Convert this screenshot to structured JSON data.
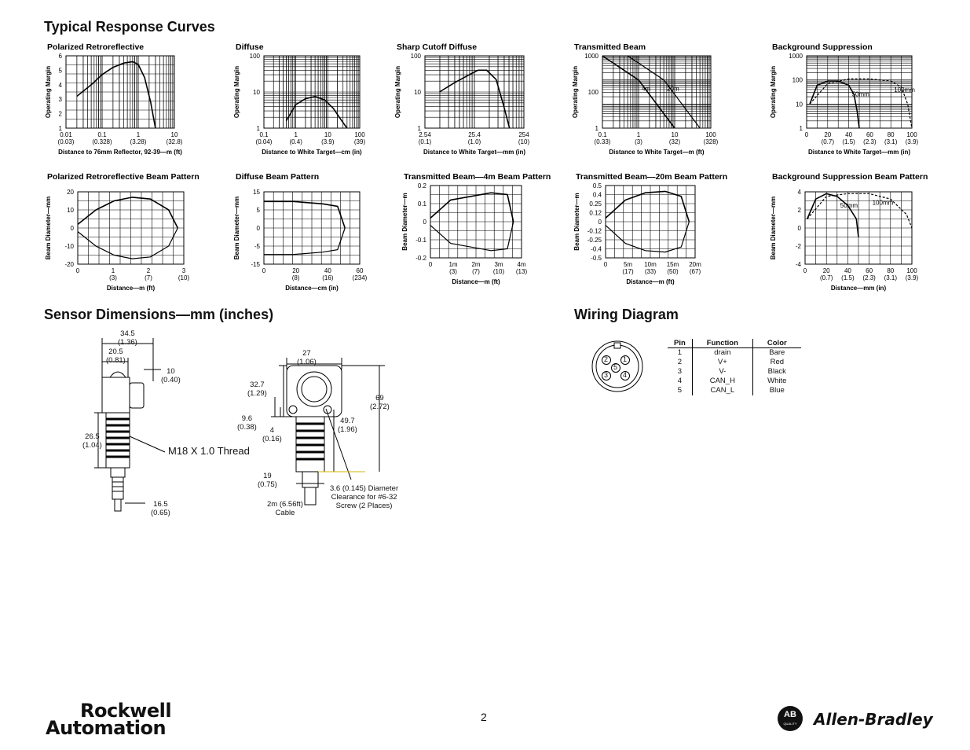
{
  "sections": {
    "response_curves_title": "Typical Response Curves",
    "dimensions_title": "Sensor Dimensions—mm (inches)",
    "wiring_title": "Wiring Diagram"
  },
  "chart_data": [
    {
      "type": "line",
      "title": "Polarized Retroreflective",
      "ylabel": "Operating Margin",
      "xlabel": "Distance to 76mm Reflector, 92-39—m (ft)",
      "xscale": "log",
      "xlim": [
        0.01,
        10
      ],
      "ylim": [
        1,
        6
      ],
      "yticks": [
        "6",
        "5",
        "4",
        "3",
        "2",
        "1"
      ],
      "xticks": [
        {
          "v": "0.01",
          "s": "(0.03)"
        },
        {
          "v": "0.1",
          "s": "(0.328)"
        },
        {
          "v": "1",
          "s": "(3.28)"
        },
        {
          "v": "10",
          "s": "(32.8)"
        }
      ],
      "series": [
        {
          "x": [
            0.02,
            0.05,
            0.1,
            0.2,
            0.4,
            0.7,
            1.0,
            1.5,
            2.2,
            3.0
          ],
          "y": [
            3.2,
            4.0,
            4.7,
            5.2,
            5.5,
            5.6,
            5.4,
            4.5,
            2.8,
            1.0
          ]
        }
      ]
    },
    {
      "type": "line",
      "title": "Diffuse",
      "ylabel": "Operating Margin",
      "xlabel": "Distance to White Target—cm (in)",
      "xscale": "log",
      "yscale": "log",
      "xlim": [
        0.1,
        100
      ],
      "ylim": [
        1,
        100
      ],
      "yticks": [
        "100",
        "10",
        "1"
      ],
      "xticks": [
        {
          "v": "0.1",
          "s": "(0.04)"
        },
        {
          "v": "1",
          "s": "(0.4)"
        },
        {
          "v": "10",
          "s": "(3.9)"
        },
        {
          "v": "100",
          "s": "(39)"
        }
      ],
      "series": [
        {
          "x": [
            0.5,
            1,
            2,
            4,
            8,
            15,
            25,
            40
          ],
          "y": [
            1.6,
            4.5,
            6.5,
            7.5,
            6,
            3.5,
            1.8,
            1.0
          ]
        }
      ]
    },
    {
      "type": "line",
      "title": "Sharp Cutoff Diffuse",
      "ylabel": "Operating Margin",
      "xlabel": "Distance to White Target—mm (in)",
      "xscale": "log",
      "yscale": "log",
      "xlim": [
        2.54,
        254
      ],
      "ylim": [
        1,
        100
      ],
      "yticks": [
        "100",
        "10",
        "1"
      ],
      "xticks": [
        {
          "v": "2.54",
          "s": "(0.1)"
        },
        {
          "v": "25.4",
          "s": "(1.0)"
        },
        {
          "v": "254",
          "s": "(10)"
        }
      ],
      "series": [
        {
          "x": [
            5,
            10,
            20,
            30,
            45,
            70,
            100,
            130
          ],
          "y": [
            10,
            18,
            30,
            40,
            40,
            22,
            4,
            1.0
          ]
        }
      ]
    },
    {
      "type": "line",
      "title": "Transmitted Beam",
      "ylabel": "Operating Margin",
      "xlabel": "Distance to White Target—m (ft)",
      "xscale": "log",
      "yscale": "log",
      "xlim": [
        0.1,
        100
      ],
      "ylim": [
        1,
        1000
      ],
      "yticks": [
        "1000",
        "100",
        "1"
      ],
      "xticks": [
        {
          "v": "0.1",
          "s": "(0.33)"
        },
        {
          "v": "1",
          "s": "(3)"
        },
        {
          "v": "10",
          "s": "(32)"
        },
        {
          "v": "100",
          "s": "(328)"
        }
      ],
      "series": [
        {
          "name": "4m",
          "x": [
            0.1,
            1,
            10
          ],
          "y": [
            1000,
            100,
            1
          ]
        },
        {
          "name": "20m",
          "x": [
            0.5,
            5,
            50
          ],
          "y": [
            1000,
            100,
            1
          ]
        }
      ]
    },
    {
      "type": "line",
      "title": "Background Suppression",
      "ylabel": "Operating Margin",
      "xlabel": "Distance to White Target—mm (in)",
      "yscale": "log",
      "xlim": [
        0,
        100
      ],
      "ylim": [
        1,
        1000
      ],
      "yticks": [
        "1000",
        "100",
        "10",
        "1"
      ],
      "xticks": [
        {
          "v": "0",
          "s": ""
        },
        {
          "v": "20",
          "s": "(0.7)"
        },
        {
          "v": "40",
          "s": "(1.5)"
        },
        {
          "v": "60",
          "s": "(2.3)"
        },
        {
          "v": "80",
          "s": "(3.1)"
        },
        {
          "v": "100",
          "s": "(3.9)"
        }
      ],
      "series": [
        {
          "name": "50mm",
          "x": [
            3,
            10,
            20,
            30,
            40,
            45,
            48,
            50
          ],
          "y": [
            10,
            60,
            90,
            90,
            60,
            25,
            5,
            1
          ]
        },
        {
          "name": "100mm",
          "x": [
            3,
            20,
            40,
            60,
            80,
            90,
            96,
            100
          ],
          "y": [
            10,
            70,
            110,
            110,
            90,
            50,
            10,
            1
          ]
        }
      ]
    },
    {
      "type": "line",
      "title": "Polarized Retroreflective Beam Pattern",
      "ylabel": "Beam Diameter—mm",
      "xlabel": "Distance—m (ft)",
      "xlim": [
        0,
        3.5
      ],
      "ylim": [
        -20,
        20
      ],
      "yticks": [
        "20",
        "10",
        "0",
        "-10",
        "-20"
      ],
      "xticks": [
        {
          "v": "0",
          "s": ""
        },
        {
          "v": "1",
          "s": "(3)"
        },
        {
          "v": "2",
          "s": "(7)"
        },
        {
          "v": "3",
          "s": "(10)"
        }
      ],
      "series": [
        {
          "x": [
            0,
            0.6,
            1.2,
            1.8,
            2.4,
            3.0,
            3.3
          ],
          "y": [
            2,
            10,
            15,
            17,
            16,
            10,
            0
          ]
        },
        {
          "x": [
            0,
            0.6,
            1.2,
            1.8,
            2.4,
            3.0,
            3.3
          ],
          "y": [
            -2,
            -10,
            -15,
            -17,
            -16,
            -10,
            0
          ]
        }
      ]
    },
    {
      "type": "line",
      "title": "Diffuse Beam Pattern",
      "ylabel": "Beam Diameter—mm",
      "xlabel": "Distance—cm (in)",
      "xlim": [
        0,
        65
      ],
      "ylim": [
        -15,
        15
      ],
      "yticks": [
        "15",
        "5",
        "0",
        "-5",
        "-15"
      ],
      "xticks": [
        {
          "v": "0",
          "s": ""
        },
        {
          "v": "20",
          "s": "(8)"
        },
        {
          "v": "40",
          "s": "(16)"
        },
        {
          "v": "60",
          "s": "(234)"
        }
      ],
      "series": [
        {
          "x": [
            0,
            20,
            40,
            50,
            55
          ],
          "y": [
            11,
            11,
            10,
            9,
            0
          ]
        },
        {
          "x": [
            0,
            20,
            40,
            50,
            55
          ],
          "y": [
            -11,
            -11,
            -10,
            -9,
            0
          ]
        }
      ]
    },
    {
      "type": "line",
      "title": "Transmitted Beam—4m Beam Pattern",
      "ylabel": "Beam Diameter—m",
      "xlabel": "Distance—m (ft)",
      "xlim": [
        0,
        4.5
      ],
      "ylim": [
        -0.2,
        0.2
      ],
      "yticks": [
        "0.2",
        "0.1",
        "0",
        "-0.1",
        "-0.2"
      ],
      "xticks": [
        {
          "v": "0",
          "s": ""
        },
        {
          "v": "1m",
          "s": "(3)"
        },
        {
          "v": "2m",
          "s": "(7)"
        },
        {
          "v": "3m",
          "s": "(10)"
        },
        {
          "v": "4m",
          "s": "(13)"
        }
      ],
      "series": [
        {
          "x": [
            0,
            1,
            2,
            3,
            3.8,
            4.1
          ],
          "y": [
            0.02,
            0.12,
            0.14,
            0.16,
            0.15,
            0
          ]
        },
        {
          "x": [
            0,
            1,
            2,
            3,
            3.8,
            4.1
          ],
          "y": [
            -0.02,
            -0.12,
            -0.14,
            -0.16,
            -0.15,
            0
          ]
        }
      ]
    },
    {
      "type": "line",
      "title": "Transmitted Beam—20m  Beam Pattern",
      "ylabel": "Beam Diameter—m",
      "xlabel": "Distance—m (ft)",
      "xlim": [
        0,
        22.5
      ],
      "ylim": [
        -0.5,
        0.5
      ],
      "yticks": [
        "0.5",
        "0.4",
        "0.25",
        "0.12",
        "0",
        "-0.12",
        "-0.25",
        "-0.4",
        "-0.5"
      ],
      "xticks": [
        {
          "v": "0",
          "s": ""
        },
        {
          "v": "5m",
          "s": "(17)"
        },
        {
          "v": "10m",
          "s": "(33)"
        },
        {
          "v": "15m",
          "s": "(50)"
        },
        {
          "v": "20m",
          "s": "(67)"
        }
      ],
      "series": [
        {
          "x": [
            0,
            5,
            10,
            15,
            19,
            21
          ],
          "y": [
            0.05,
            0.3,
            0.4,
            0.42,
            0.35,
            0
          ]
        },
        {
          "x": [
            0,
            5,
            10,
            15,
            19,
            21
          ],
          "y": [
            -0.05,
            -0.3,
            -0.4,
            -0.42,
            -0.35,
            0
          ]
        }
      ]
    },
    {
      "type": "line",
      "title": "Background Suppression Beam Pattern",
      "ylabel": "Beam Diameter—mm",
      "xlabel": "Distance—mm (in)",
      "xlim": [
        0,
        100
      ],
      "ylim": [
        -4,
        4
      ],
      "yticks": [
        "4",
        "2",
        "0",
        "-2",
        "-4"
      ],
      "xticks": [
        {
          "v": "0",
          "s": ""
        },
        {
          "v": "20",
          "s": "(0.7)"
        },
        {
          "v": "40",
          "s": "(1.5)"
        },
        {
          "v": "60",
          "s": "(2.3)"
        },
        {
          "v": "80",
          "s": "(3.1)"
        },
        {
          "v": "100",
          "s": "(3.9)"
        }
      ],
      "series": [
        {
          "name": "50mm",
          "x": [
            2,
            10,
            20,
            30,
            40,
            48,
            50
          ],
          "y": [
            1,
            3.2,
            3.8,
            3.5,
            2.5,
            1,
            -1
          ]
        },
        {
          "name": "100mm",
          "x": [
            2,
            20,
            40,
            60,
            80,
            95,
            100
          ],
          "y": [
            1,
            3.5,
            3.8,
            3.8,
            3.2,
            1.5,
            0
          ]
        }
      ]
    }
  ],
  "dimensions": {
    "d1": "34.5",
    "d1i": "(1.36)",
    "d2": "20.5",
    "d2i": "(0.81)",
    "d3": "10",
    "d3i": "(0.40)",
    "d4": "26.5",
    "d4i": "(1.04)",
    "thread": "M18 X 1.0 Thread",
    "d5": "16.5",
    "d5i": "(0.65)",
    "d6": "27",
    "d6i": "(1.06)",
    "d7": "32.7",
    "d7i": "(1.29)",
    "d8": "69",
    "d8i": "(2.72)",
    "d9": "9.6",
    "d9i": "(0.38)",
    "d10": "4",
    "d10i": "(0.16)",
    "d11": "49.7",
    "d11i": "(1.96)",
    "d12": "19",
    "d12i": "(0.75)",
    "cable1": "2m (6.56ft)",
    "cable2": "Cable",
    "hole1": "3.6 (0.145) Diameter",
    "hole2": "Clearance for #6-32",
    "hole3": "Screw (2 Places)"
  },
  "wiring": {
    "headers": [
      "Pin",
      "Function",
      "Color"
    ],
    "rows": [
      [
        "1",
        "drain",
        "Bare"
      ],
      [
        "2",
        "V+",
        "Red"
      ],
      [
        "3",
        "V-",
        "Black"
      ],
      [
        "4",
        "CAN_H",
        "White"
      ],
      [
        "5",
        "CAN_L",
        "Blue"
      ]
    ],
    "pins": [
      "1",
      "2",
      "3",
      "4",
      "5"
    ]
  },
  "footer": {
    "brand1": "Rockwell",
    "brand2": "Automation",
    "page": "2",
    "ab_logo": "AB",
    "ab_sub": "QUALITY",
    "ab_name": "Allen-Bradley"
  }
}
